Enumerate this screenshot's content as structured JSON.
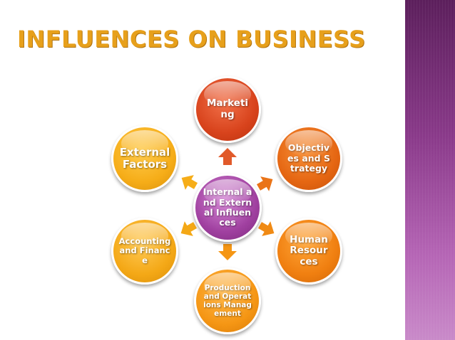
{
  "title": "INFLUENCES ON BUSINESS",
  "center": {
    "label": "Internal and External Influences"
  },
  "nodes": {
    "top": "Marketing",
    "top_right": "Objectives and Strategy",
    "bottom_right": "Human Resources",
    "bottom": "Production and Operations Management",
    "bottom_left": "Accounting and Finance",
    "top_left": "External Factors"
  },
  "colors": {
    "title": "#e7a01b",
    "sidebar": "#8a3a8a",
    "center": "#a040a0",
    "top": "#d8431c",
    "top_right": "#e56612",
    "bottom_right": "#f07f10",
    "bottom": "#f59614",
    "bottom_left": "#f4a816",
    "top_left": "#f6ad18"
  }
}
